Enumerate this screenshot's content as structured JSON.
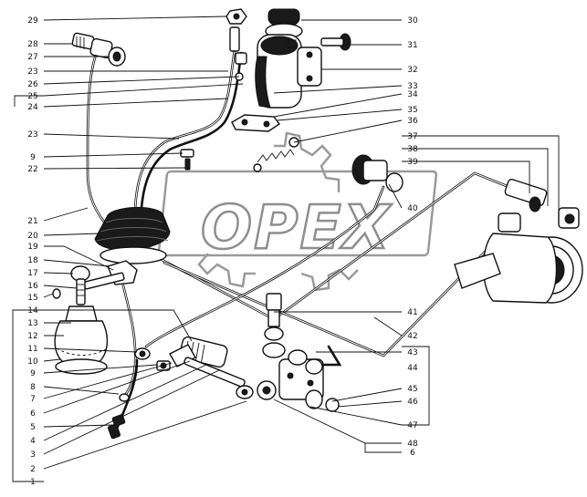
{
  "diagram": {
    "watermark_text": "OPEX",
    "callouts_left": [
      "29",
      "28",
      "27",
      "23",
      "26",
      "25",
      "24",
      "23",
      "9",
      "22",
      "21",
      "20",
      "19",
      "18",
      "17",
      "16",
      "15",
      "14",
      "13",
      "12",
      "11",
      "10",
      "9",
      "8",
      "7",
      "6",
      "5",
      "4",
      "3",
      "2",
      "1"
    ],
    "callouts_right": [
      "30",
      "31",
      "32",
      "33",
      "34",
      "35",
      "36",
      "37",
      "38",
      "39",
      "40",
      "41",
      "42",
      "43",
      "44",
      "45",
      "46",
      "47",
      "48",
      "6"
    ]
  }
}
